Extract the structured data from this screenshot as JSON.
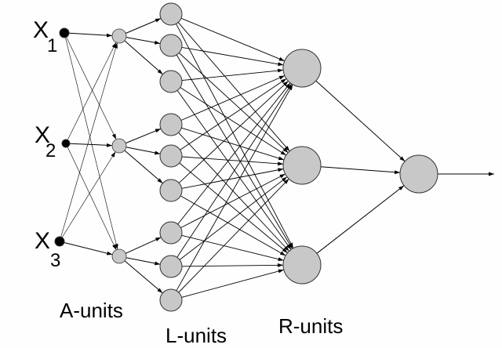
{
  "diagram": {
    "title": "Perceptron network",
    "inputs": [
      {
        "id": "x1",
        "symbol": "X",
        "subscript": "1"
      },
      {
        "id": "x2",
        "symbol": "X",
        "subscript": "2"
      },
      {
        "id": "x3",
        "symbol": "X",
        "subscript": "3"
      }
    ],
    "layers": [
      {
        "id": "A",
        "label": "A-units",
        "count": 3
      },
      {
        "id": "L",
        "label": "L-units",
        "count": 9
      },
      {
        "id": "R",
        "label": "R-units",
        "count": 3
      },
      {
        "id": "O",
        "label": "",
        "count": 1
      }
    ],
    "connections": {
      "inputs_to_A": "full",
      "A_to_L": "each A-unit to its own group of 3 L-units",
      "L_to_R": "full",
      "R_to_O": "full",
      "output": "single arrow out"
    },
    "colors": {
      "node_fill": "#c8c8c8",
      "input_fill": "#000000",
      "line": "#000000",
      "background": "#fdfefd"
    }
  }
}
